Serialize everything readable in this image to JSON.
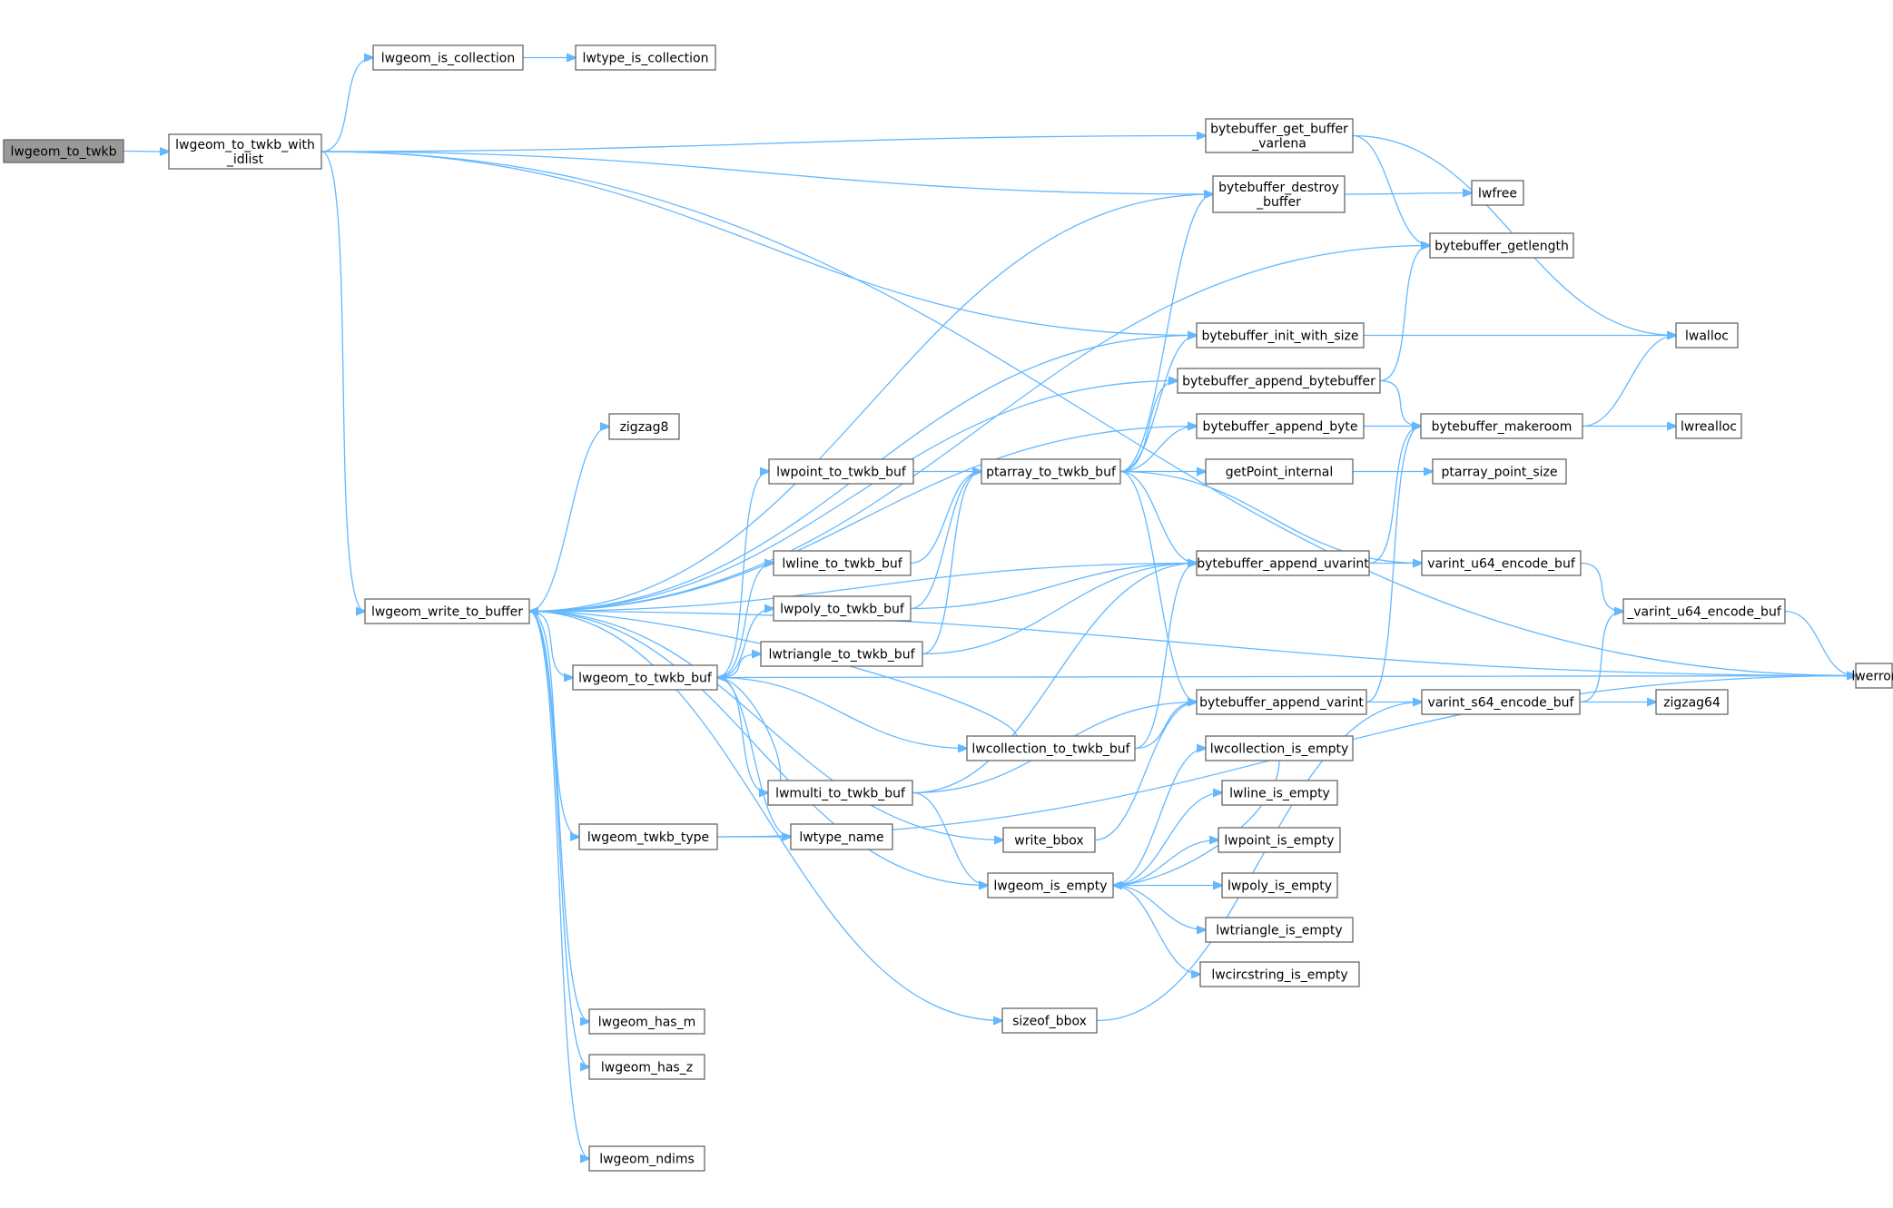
{
  "colors": {
    "edge": "#63b8ff",
    "node_border": "#666666",
    "root_fill": "#999999",
    "node_fill": "#ffffff"
  },
  "nodes": [
    {
      "id": "root",
      "lines": [
        "lwgeom_to_twkb"
      ],
      "root": true
    },
    {
      "id": "with_idlist",
      "lines": [
        "lwgeom_to_twkb_with",
        "_idlist"
      ]
    },
    {
      "id": "is_collection",
      "lines": [
        "lwgeom_is_collection"
      ]
    },
    {
      "id": "lwtype_is_collection",
      "lines": [
        "lwtype_is_collection"
      ]
    },
    {
      "id": "get_buffer_varlena",
      "lines": [
        "bytebuffer_get_buffer",
        "_varlena"
      ]
    },
    {
      "id": "destroy_buffer",
      "lines": [
        "bytebuffer_destroy",
        "_buffer"
      ]
    },
    {
      "id": "lwfree",
      "lines": [
        "lwfree"
      ]
    },
    {
      "id": "getlength",
      "lines": [
        "bytebuffer_getlength"
      ]
    },
    {
      "id": "init_with_size",
      "lines": [
        "bytebuffer_init_with_size"
      ]
    },
    {
      "id": "lwalloc",
      "lines": [
        "lwalloc"
      ]
    },
    {
      "id": "append_bytebuffer",
      "lines": [
        "bytebuffer_append_bytebuffer"
      ]
    },
    {
      "id": "makeroom",
      "lines": [
        "bytebuffer_makeroom"
      ]
    },
    {
      "id": "lwrealloc",
      "lines": [
        "lwrealloc"
      ]
    },
    {
      "id": "append_byte",
      "lines": [
        "bytebuffer_append_byte"
      ]
    },
    {
      "id": "zigzag8",
      "lines": [
        "zigzag8"
      ]
    },
    {
      "id": "lwpoint_to_twkb_buf",
      "lines": [
        "lwpoint_to_twkb_buf"
      ]
    },
    {
      "id": "ptarray_to_twkb_buf",
      "lines": [
        "ptarray_to_twkb_buf"
      ]
    },
    {
      "id": "getPoint_internal",
      "lines": [
        "getPoint_internal"
      ]
    },
    {
      "id": "ptarray_point_size",
      "lines": [
        "ptarray_point_size"
      ]
    },
    {
      "id": "lwline_to_twkb_buf",
      "lines": [
        "lwline_to_twkb_buf"
      ]
    },
    {
      "id": "append_uvarint",
      "lines": [
        "bytebuffer_append_uvarint"
      ]
    },
    {
      "id": "varint_u64",
      "lines": [
        "varint_u64_encode_buf"
      ]
    },
    {
      "id": "_varint_u64",
      "lines": [
        "_varint_u64_encode_buf"
      ]
    },
    {
      "id": "write_to_buffer",
      "lines": [
        "lwgeom_write_to_buffer"
      ]
    },
    {
      "id": "lwpoly_to_twkb_buf",
      "lines": [
        "lwpoly_to_twkb_buf"
      ]
    },
    {
      "id": "lwtriangle_to_twkb_buf",
      "lines": [
        "lwtriangle_to_twkb_buf"
      ]
    },
    {
      "id": "lwgeom_to_twkb_buf",
      "lines": [
        "lwgeom_to_twkb_buf"
      ]
    },
    {
      "id": "lwerror",
      "lines": [
        "lwerror"
      ]
    },
    {
      "id": "append_varint",
      "lines": [
        "bytebuffer_append_varint"
      ]
    },
    {
      "id": "varint_s64",
      "lines": [
        "varint_s64_encode_buf"
      ]
    },
    {
      "id": "zigzag64",
      "lines": [
        "zigzag64"
      ]
    },
    {
      "id": "lwcollection_to_twkb_buf",
      "lines": [
        "lwcollection_to_twkb_buf"
      ]
    },
    {
      "id": "lwcollection_is_empty",
      "lines": [
        "lwcollection_is_empty"
      ]
    },
    {
      "id": "lwmulti_to_twkb_buf",
      "lines": [
        "lwmulti_to_twkb_buf"
      ]
    },
    {
      "id": "lwline_is_empty",
      "lines": [
        "lwline_is_empty"
      ]
    },
    {
      "id": "lwgeom_twkb_type",
      "lines": [
        "lwgeom_twkb_type"
      ]
    },
    {
      "id": "lwtype_name",
      "lines": [
        "lwtype_name"
      ]
    },
    {
      "id": "write_bbox",
      "lines": [
        "write_bbox"
      ]
    },
    {
      "id": "lwpoint_is_empty",
      "lines": [
        "lwpoint_is_empty"
      ]
    },
    {
      "id": "lwgeom_is_empty",
      "lines": [
        "lwgeom_is_empty"
      ]
    },
    {
      "id": "lwpoly_is_empty",
      "lines": [
        "lwpoly_is_empty"
      ]
    },
    {
      "id": "lwtriangle_is_empty",
      "lines": [
        "lwtriangle_is_empty"
      ]
    },
    {
      "id": "lwcircstring_is_empty",
      "lines": [
        "lwcircstring_is_empty"
      ]
    },
    {
      "id": "sizeof_bbox",
      "lines": [
        "sizeof_bbox"
      ]
    },
    {
      "id": "has_m",
      "lines": [
        "lwgeom_has_m"
      ]
    },
    {
      "id": "has_z",
      "lines": [
        "lwgeom_has_z"
      ]
    },
    {
      "id": "ndims",
      "lines": [
        "lwgeom_ndims"
      ]
    }
  ],
  "edges": [
    [
      "root",
      "with_idlist"
    ],
    [
      "with_idlist",
      "is_collection"
    ],
    [
      "with_idlist",
      "get_buffer_varlena"
    ],
    [
      "with_idlist",
      "destroy_buffer"
    ],
    [
      "with_idlist",
      "init_with_size"
    ],
    [
      "with_idlist",
      "write_to_buffer"
    ],
    [
      "with_idlist",
      "lwerror"
    ],
    [
      "is_collection",
      "lwtype_is_collection"
    ],
    [
      "get_buffer_varlena",
      "getlength"
    ],
    [
      "get_buffer_varlena",
      "lwalloc"
    ],
    [
      "destroy_buffer",
      "lwfree"
    ],
    [
      "init_with_size",
      "lwalloc"
    ],
    [
      "append_bytebuffer",
      "getlength"
    ],
    [
      "append_bytebuffer",
      "makeroom"
    ],
    [
      "makeroom",
      "lwalloc"
    ],
    [
      "makeroom",
      "lwrealloc"
    ],
    [
      "append_byte",
      "makeroom"
    ],
    [
      "write_to_buffer",
      "lwerror"
    ],
    [
      "write_to_buffer",
      "destroy_buffer"
    ],
    [
      "write_to_buffer",
      "getlength"
    ],
    [
      "write_to_buffer",
      "init_with_size"
    ],
    [
      "write_to_buffer",
      "append_bytebuffer"
    ],
    [
      "write_to_buffer",
      "zigzag8"
    ],
    [
      "write_to_buffer",
      "append_byte"
    ],
    [
      "write_to_buffer",
      "append_uvarint"
    ],
    [
      "write_to_buffer",
      "lwgeom_to_twkb_buf"
    ],
    [
      "write_to_buffer",
      "lwgeom_twkb_type"
    ],
    [
      "write_to_buffer",
      "write_bbox"
    ],
    [
      "write_to_buffer",
      "lwgeom_is_empty"
    ],
    [
      "write_to_buffer",
      "has_m"
    ],
    [
      "write_to_buffer",
      "has_z"
    ],
    [
      "write_to_buffer",
      "sizeof_bbox"
    ],
    [
      "write_to_buffer",
      "ndims"
    ],
    [
      "lwgeom_to_twkb_buf",
      "lwpoint_to_twkb_buf"
    ],
    [
      "lwgeom_to_twkb_buf",
      "lwline_to_twkb_buf"
    ],
    [
      "lwgeom_to_twkb_buf",
      "lwpoly_to_twkb_buf"
    ],
    [
      "lwgeom_to_twkb_buf",
      "lwtriangle_to_twkb_buf"
    ],
    [
      "lwgeom_to_twkb_buf",
      "lwerror"
    ],
    [
      "lwgeom_to_twkb_buf",
      "lwcollection_to_twkb_buf"
    ],
    [
      "lwgeom_to_twkb_buf",
      "lwmulti_to_twkb_buf"
    ],
    [
      "lwgeom_to_twkb_buf",
      "lwtype_name"
    ],
    [
      "lwpoint_to_twkb_buf",
      "ptarray_to_twkb_buf"
    ],
    [
      "lwline_to_twkb_buf",
      "ptarray_to_twkb_buf"
    ],
    [
      "lwpoly_to_twkb_buf",
      "ptarray_to_twkb_buf"
    ],
    [
      "lwpoly_to_twkb_buf",
      "append_uvarint"
    ],
    [
      "lwtriangle_to_twkb_buf",
      "ptarray_to_twkb_buf"
    ],
    [
      "lwtriangle_to_twkb_buf",
      "append_uvarint"
    ],
    [
      "ptarray_to_twkb_buf",
      "destroy_buffer"
    ],
    [
      "ptarray_to_twkb_buf",
      "init_with_size"
    ],
    [
      "ptarray_to_twkb_buf",
      "append_bytebuffer"
    ],
    [
      "ptarray_to_twkb_buf",
      "append_byte"
    ],
    [
      "ptarray_to_twkb_buf",
      "getPoint_internal"
    ],
    [
      "ptarray_to_twkb_buf",
      "append_uvarint"
    ],
    [
      "ptarray_to_twkb_buf",
      "varint_u64"
    ],
    [
      "ptarray_to_twkb_buf",
      "append_varint"
    ],
    [
      "getPoint_internal",
      "ptarray_point_size"
    ],
    [
      "append_uvarint",
      "makeroom"
    ],
    [
      "append_uvarint",
      "varint_u64"
    ],
    [
      "varint_u64",
      "_varint_u64"
    ],
    [
      "_varint_u64",
      "lwerror"
    ],
    [
      "append_varint",
      "makeroom"
    ],
    [
      "append_varint",
      "varint_s64"
    ],
    [
      "varint_s64",
      "_varint_u64"
    ],
    [
      "varint_s64",
      "zigzag64"
    ],
    [
      "lwcollection_to_twkb_buf",
      "append_uvarint"
    ],
    [
      "lwcollection_to_twkb_buf",
      "append_varint"
    ],
    [
      "lwcollection_to_twkb_buf",
      "write_to_buffer"
    ],
    [
      "lwmulti_to_twkb_buf",
      "append_uvarint"
    ],
    [
      "lwmulti_to_twkb_buf",
      "append_varint"
    ],
    [
      "lwmulti_to_twkb_buf",
      "lwgeom_to_twkb_buf"
    ],
    [
      "lwmulti_to_twkb_buf",
      "lwgeom_is_empty"
    ],
    [
      "lwgeom_twkb_type",
      "lwtype_name"
    ],
    [
      "lwgeom_twkb_type",
      "lwerror"
    ],
    [
      "write_bbox",
      "append_varint"
    ],
    [
      "lwgeom_is_empty",
      "lwcollection_is_empty"
    ],
    [
      "lwgeom_is_empty",
      "lwline_is_empty"
    ],
    [
      "lwgeom_is_empty",
      "lwpoint_is_empty"
    ],
    [
      "lwgeom_is_empty",
      "lwpoly_is_empty"
    ],
    [
      "lwgeom_is_empty",
      "lwtriangle_is_empty"
    ],
    [
      "lwgeom_is_empty",
      "lwcircstring_is_empty"
    ],
    [
      "lwcollection_is_empty",
      "lwgeom_is_empty"
    ],
    [
      "sizeof_bbox",
      "varint_s64"
    ]
  ]
}
